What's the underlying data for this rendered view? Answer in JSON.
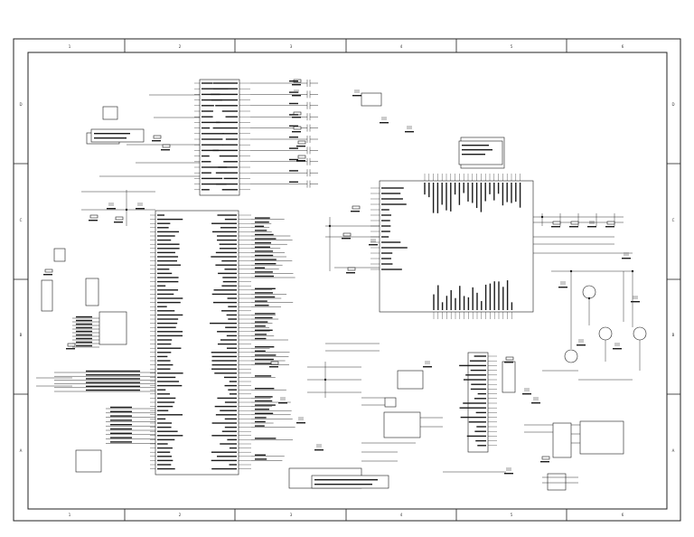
{
  "frame": {
    "columns": [
      "1",
      "2",
      "3",
      "4",
      "5",
      "6"
    ],
    "rows": [
      "D",
      "C",
      "B",
      "A"
    ]
  }
}
